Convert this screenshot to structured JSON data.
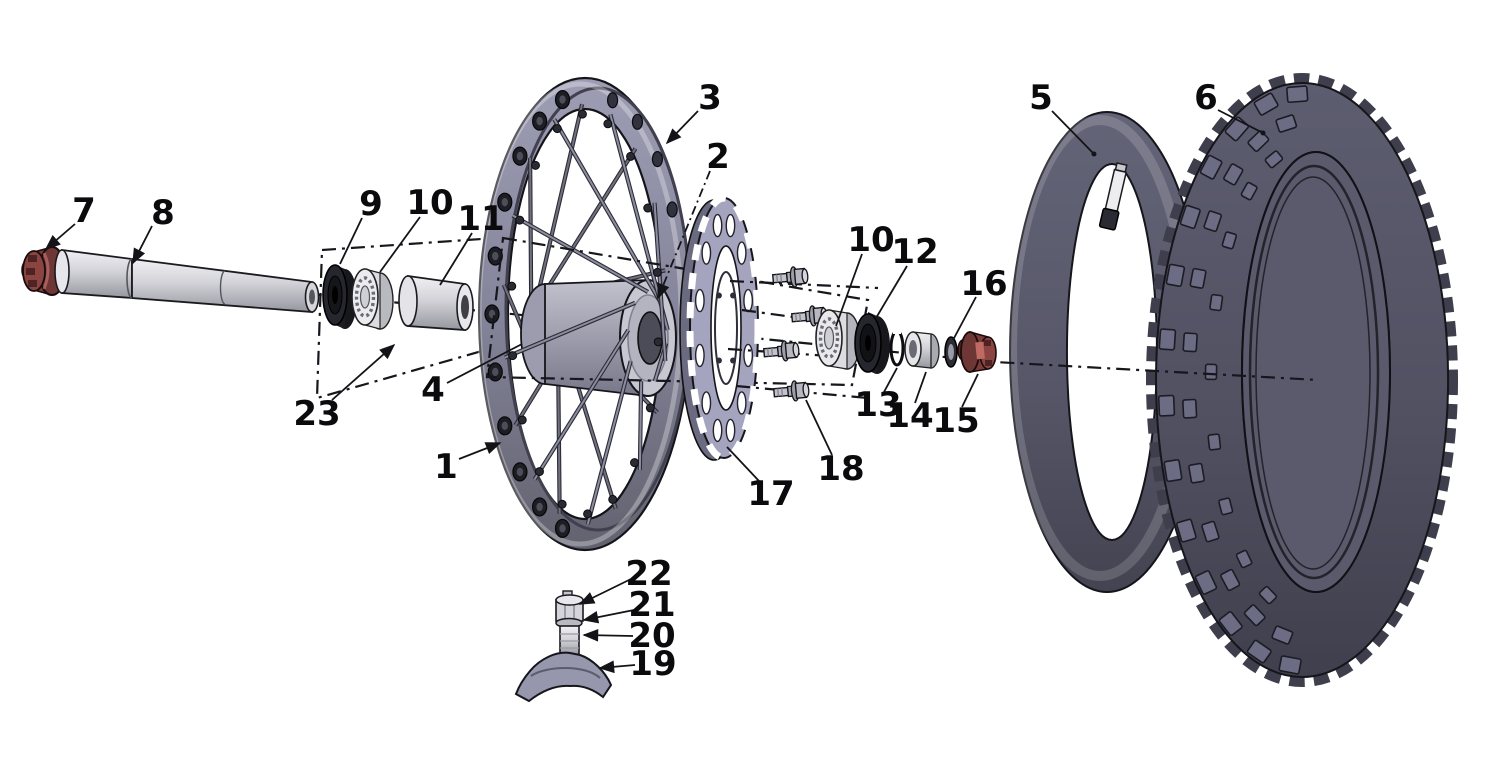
{
  "diagram": {
    "description": "Exploded parts diagram of a motorcycle front wheel assembly",
    "background_color": "#ffffff",
    "line_color": "#141418",
    "colors": {
      "metal_gray": "#d9d9de",
      "slate_blue_gray": "#8a8aa0",
      "rubber_dark": "#55556a",
      "anodized_red_nut": "#7c3a38"
    },
    "callouts": {
      "c1": "1",
      "c2": "2",
      "c3": "3",
      "c4": "4",
      "c5": "5",
      "c6": "6",
      "c7": "7",
      "c8": "8",
      "c9": "9",
      "c10a": "10",
      "c10b": "10",
      "c11": "11",
      "c12": "12",
      "c13": "13",
      "c14": "14",
      "c15": "15",
      "c16": "16",
      "c17": "17",
      "c18": "18",
      "c19": "19",
      "c20": "20",
      "c21": "21",
      "c22": "22",
      "c23": "23"
    }
  }
}
